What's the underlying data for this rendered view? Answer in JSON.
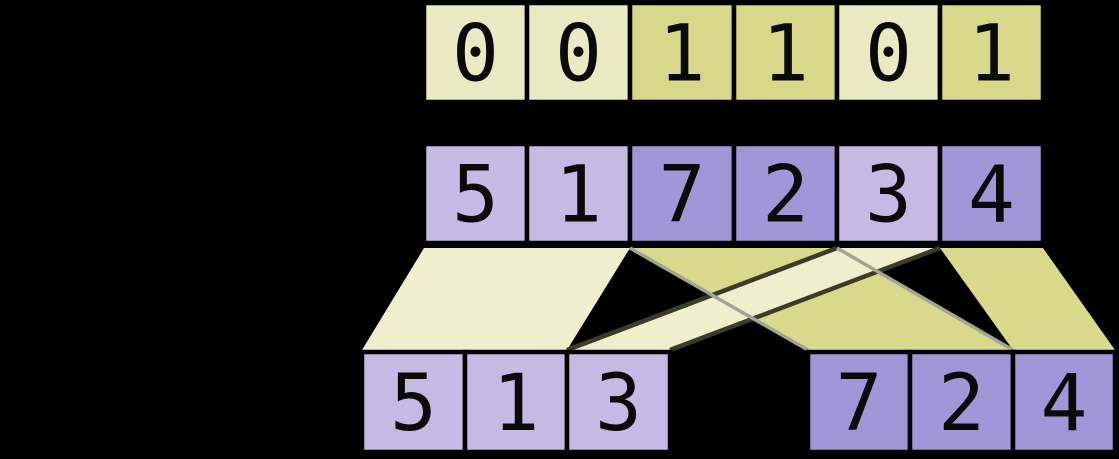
{
  "colors": {
    "background": "#000000",
    "yellow_light": "#e9e9c2",
    "yellow_dark": "#d8d88a",
    "purple_light": "#c4bae3",
    "purple_dark": "#a096d8",
    "band_light": "#efefce",
    "band_dark": "#d9d98c",
    "cell_border": "#000000",
    "digit": "#0a0a0a",
    "band_dark_edge_stroke": "#3b3b29",
    "band_gray_edge_stroke": "#a3a396"
  },
  "flags_row": {
    "cells": [
      "0",
      "0",
      "1",
      "1",
      "0",
      "1"
    ],
    "tones": [
      "light",
      "light",
      "dark",
      "dark",
      "light",
      "dark"
    ],
    "palette": "yellow"
  },
  "values_row": {
    "cells": [
      "5",
      "1",
      "7",
      "2",
      "3",
      "4"
    ],
    "tones": [
      "light",
      "light",
      "dark",
      "dark",
      "light",
      "dark"
    ],
    "palette": "purple"
  },
  "output_left": {
    "cells": [
      "5",
      "1",
      "3"
    ],
    "tones": [
      "light",
      "light",
      "light"
    ],
    "palette": "purple"
  },
  "output_right": {
    "cells": [
      "7",
      "2",
      "4"
    ],
    "tones": [
      "dark",
      "dark",
      "dark"
    ],
    "palette": "purple"
  },
  "flows": [
    {
      "id": "flag0-head",
      "tone": "light",
      "from_cols": [
        0,
        2
      ],
      "target": "left",
      "to_cols": [
        0,
        2
      ],
      "edges": "none"
    },
    {
      "id": "flag1-head",
      "tone": "dark",
      "from_cols": [
        2,
        4
      ],
      "target": "right",
      "to_cols": [
        0,
        2
      ],
      "edges": "gray"
    },
    {
      "id": "flag1-tail",
      "tone": "dark",
      "from_cols": [
        5,
        6
      ],
      "target": "right",
      "to_cols": [
        2,
        3
      ],
      "edges": "none"
    },
    {
      "id": "flag0-tail",
      "tone": "light",
      "from_cols": [
        4,
        5
      ],
      "target": "left",
      "to_cols": [
        2,
        3
      ],
      "edges": "dark"
    }
  ]
}
